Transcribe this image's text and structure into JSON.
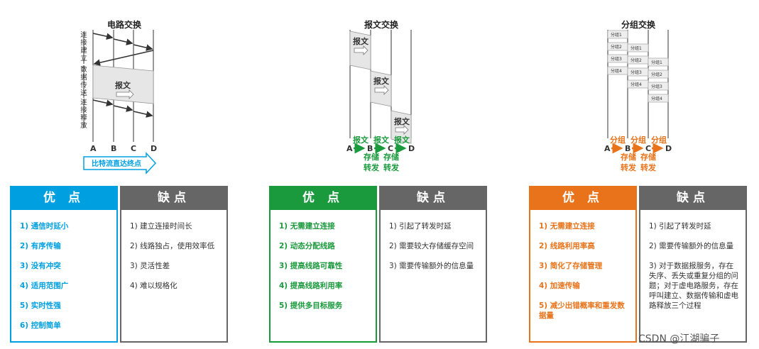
{
  "circuit": {
    "title": "电路交换",
    "phases": [
      "连接建立",
      "数据传送",
      "连接释放"
    ],
    "message_label": "报文",
    "nodes": [
      "A",
      "B",
      "C",
      "D"
    ],
    "footer": "比特流直达终点",
    "color": "#00a0e0"
  },
  "message": {
    "title": "报文交换",
    "message_label": "报文",
    "nodes": [
      "A",
      "B",
      "C",
      "D"
    ],
    "link_labels": [
      "报文",
      "报文",
      "报文"
    ],
    "store_forward": [
      "存储",
      "转发"
    ],
    "color": "#1a9a3c"
  },
  "packet": {
    "title": "分组交换",
    "packets": [
      "分组1",
      "分组2",
      "分组3",
      "分组4"
    ],
    "nodes": [
      "A",
      "B",
      "C",
      "D"
    ],
    "link_labels": [
      "分组",
      "分组",
      "分组"
    ],
    "store_forward": [
      "存储",
      "转发"
    ],
    "color": "#e8731a"
  },
  "tables": [
    {
      "adv_header": "优 点",
      "dis_header": "缺点",
      "adv_color": "#00a0e0",
      "dis_color": "#666666",
      "advantages": [
        "1) 通信时延小",
        "2) 有序传输",
        "3) 没有冲突",
        "4) 适用范围广",
        "5) 实时性强",
        "6) 控制简单"
      ],
      "disadvantages": [
        "1) 建立连接时间长",
        "2) 线路独占，使用效率低",
        "3) 灵活性差",
        "4) 难以规格化"
      ]
    },
    {
      "adv_header": "优 点",
      "dis_header": "缺点",
      "adv_color": "#1a9a3c",
      "dis_color": "#666666",
      "advantages": [
        "1) 无需建立连接",
        "2) 动态分配线路",
        "3) 提高线路可靠性",
        "4) 提高线路利用率",
        "5) 提供多目标服务"
      ],
      "disadvantages": [
        "1) 引起了转发时延",
        "2) 需要较大存储缓存空间",
        "3) 需要传输额外的信息量"
      ]
    },
    {
      "adv_header": "优 点",
      "dis_header": "缺点",
      "adv_color": "#e8731a",
      "dis_color": "#666666",
      "advantages": [
        "1) 无需建立连接",
        "2) 线路利用率高",
        "3) 简化了存储管理",
        "4) 加速传输",
        "5) 减少出错概率和重发数据量"
      ],
      "disadvantages": [
        "1) 引起了转发时延",
        "2) 需要传输额外的信息量",
        "3) 对于数据报服务，存在失序、丢失或重复分组的问题；对于虚电路服务，存在呼叫建立、数据传输和虚电路释放三个过程"
      ]
    }
  ],
  "watermark": "CSDN @江湖骗子"
}
